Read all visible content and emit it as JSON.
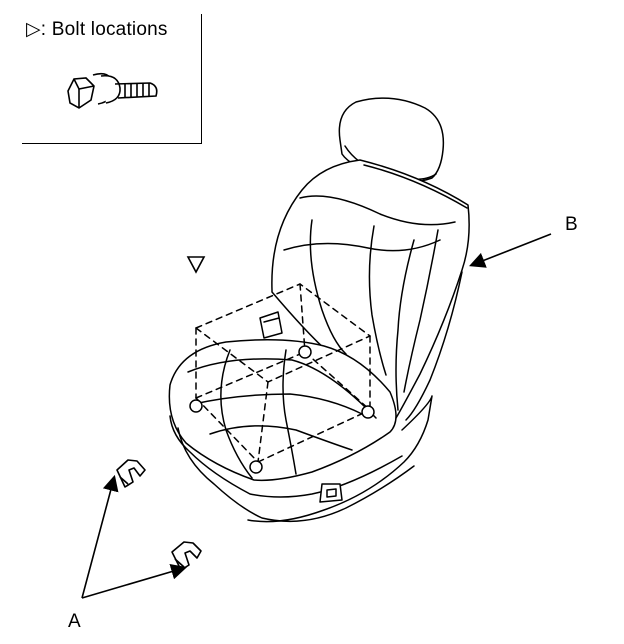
{
  "legend": {
    "text": "▷: Bolt locations",
    "icon": "bolt-icon"
  },
  "callouts": {
    "a": "A",
    "b": "B"
  },
  "marker": {
    "symbol": "▽"
  },
  "colors": {
    "line": "#000000",
    "background": "#ffffff"
  }
}
